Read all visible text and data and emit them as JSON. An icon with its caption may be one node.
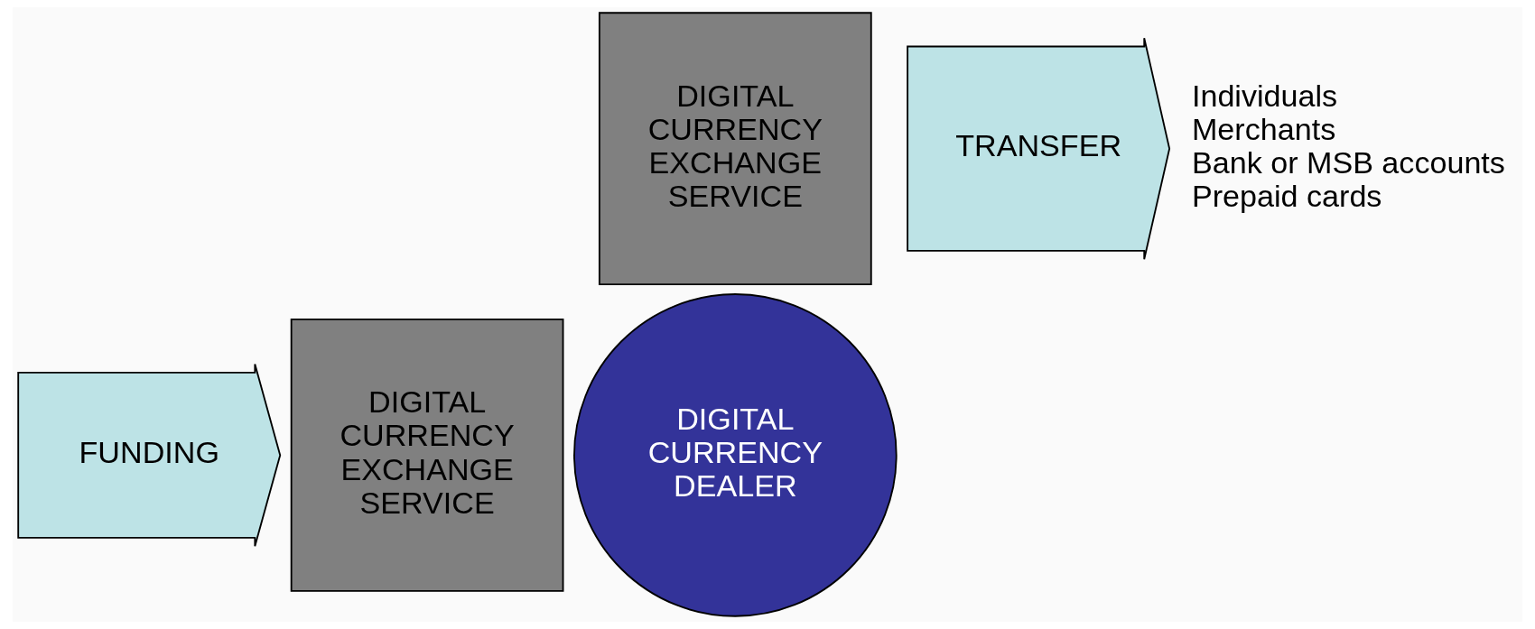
{
  "diagram": {
    "nodes": [
      {
        "text": [
          "FUNDING"
        ]
      },
      {
        "text": [
          "DIGITAL CURRENCY EXCHANGE SERVICE"
        ]
      },
      {
        "text": [
          "DIGITAL CURRENCY DEALER"
        ]
      },
      {
        "text": [
          "DIGITAL CURRENCY EXCHANGE SERVICE"
        ]
      },
      {
        "text": [
          "TRANSFER"
        ]
      },
      {
        "text": [
          "Individuals",
          "Merchants",
          "Bank or MSB accounts",
          "Prepaid cards"
        ]
      }
    ]
  }
}
